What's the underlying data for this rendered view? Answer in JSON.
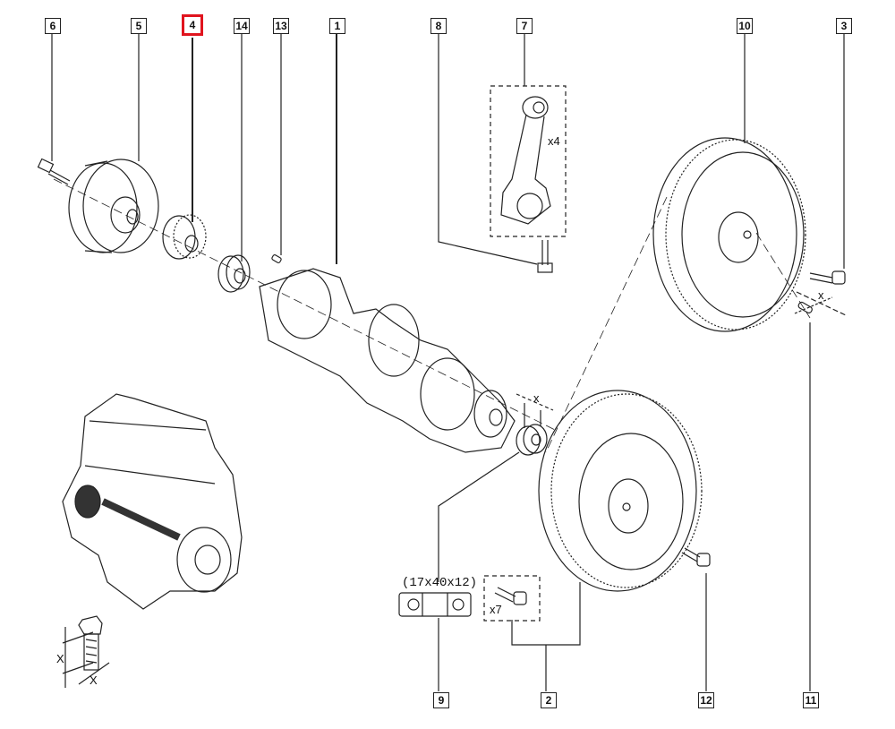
{
  "title": "Crankshaft and flywheel exploded parts diagram",
  "selected_part": "4",
  "callouts": {
    "p1": "1",
    "p2": "2",
    "p3": "3",
    "p4": "4",
    "p5": "5",
    "p6": "6",
    "p7": "7",
    "p8": "8",
    "p9": "9",
    "p10": "10",
    "p11": "11",
    "p12": "12",
    "p13": "13",
    "p14": "14"
  },
  "annotations": {
    "conrod_qty": "x4",
    "bolt_qty": "x7",
    "bearing_size": "(17x40x12)",
    "dim_x": "x",
    "dim_X": "X"
  },
  "colors": {
    "line": "#222222",
    "selected": "#e0141e",
    "background": "#ffffff"
  }
}
